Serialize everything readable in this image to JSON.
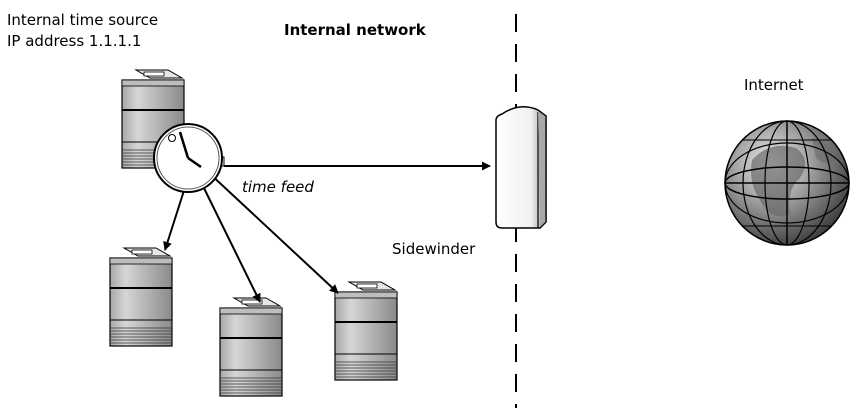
{
  "labels": {
    "time_source_line1": "Internal time source",
    "time_source_line2": "IP address 1.1.1.1",
    "internal_network": "Internal network",
    "time_feed": "time feed",
    "sidewinder": "Sidewinder",
    "internet": "Internet"
  },
  "colors": {
    "line": "#000000",
    "server_light": "#c8c8c8",
    "server_dark": "#8f8f8f",
    "globe_light": "#d8d8d8",
    "globe_dark": "#505050"
  },
  "icons": {
    "time_source_server": "server-tower-icon",
    "clock": "clock-icon",
    "client_servers": "server-tower-icon",
    "firewall": "firewall-appliance-icon",
    "internet": "globe-icon"
  }
}
